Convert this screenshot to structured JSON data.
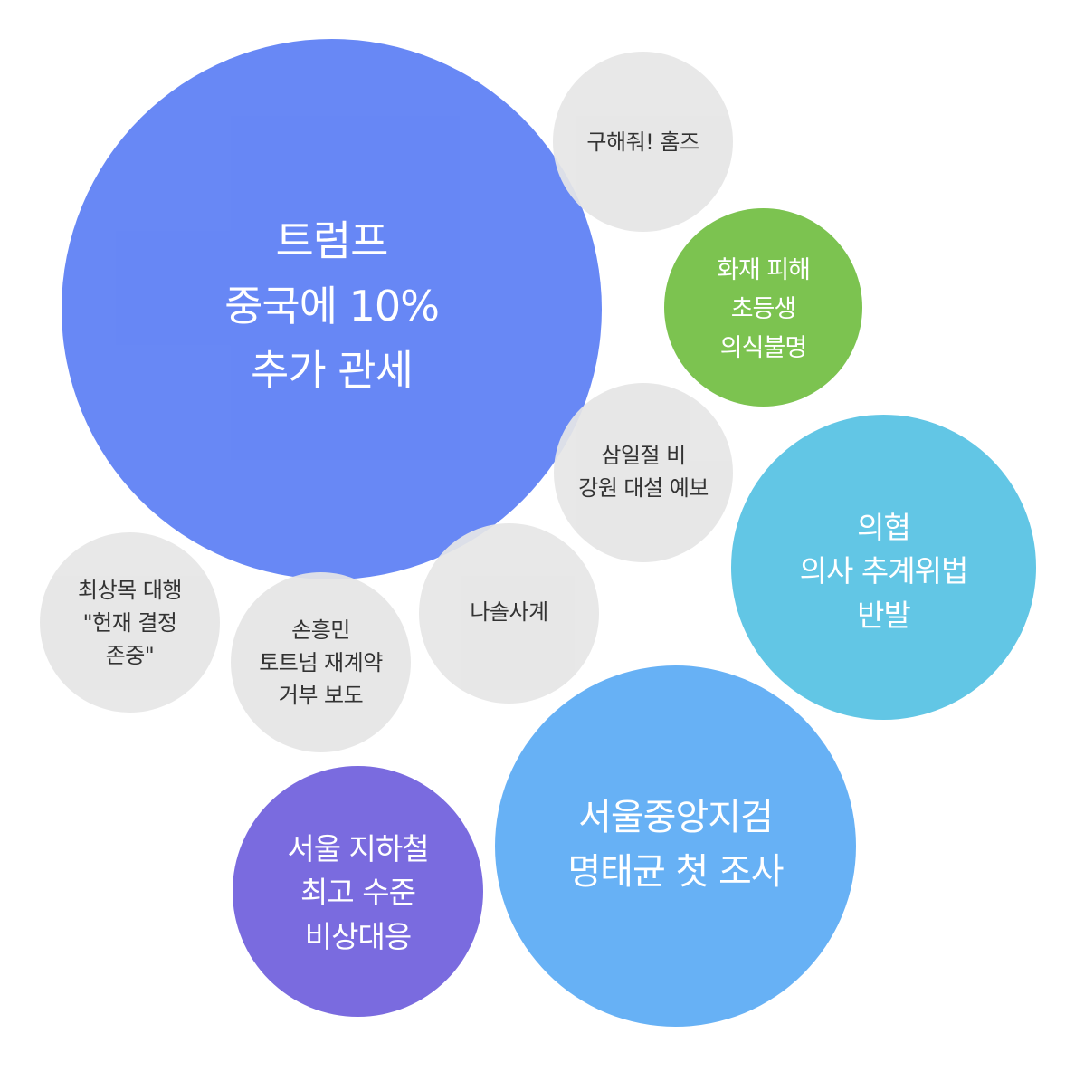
{
  "diagram": {
    "type": "bubble-cluster",
    "bubbles": [
      {
        "id": "trump-china-tariff",
        "lines": [
          "트럼프",
          "중국에 10%",
          "추가 관세"
        ],
        "color": "#6384F5",
        "text_color": "#ffffff"
      },
      {
        "id": "help-holmes",
        "lines": [
          "구해줘! 홈즈"
        ],
        "color": "#E6E6E6",
        "text_color": "#222222"
      },
      {
        "id": "fire-student",
        "lines": [
          "화재 피해",
          "초등생",
          "의식불명"
        ],
        "color": "#7CC350",
        "text_color": "#ffffff"
      },
      {
        "id": "march-first-rain",
        "lines": [
          "삼일절 비",
          "강원 대설 예보"
        ],
        "color": "#E6E6E6",
        "text_color": "#222222"
      },
      {
        "id": "medical-association",
        "lines": [
          "의협",
          "의사 추계위법",
          "반발"
        ],
        "color": "#62C6E5",
        "text_color": "#ffffff"
      },
      {
        "id": "choi-sangmok",
        "lines": [
          "최상목 대행",
          "\"헌재 결정",
          "존중\""
        ],
        "color": "#E6E6E6",
        "text_color": "#222222"
      },
      {
        "id": "son-heungmin",
        "lines": [
          "손흥민",
          "토트넘 재계약",
          "거부 보도"
        ],
        "color": "#E6E6E6",
        "text_color": "#222222"
      },
      {
        "id": "nasol-sagye",
        "lines": [
          "나솔사계"
        ],
        "color": "#E6E6E6",
        "text_color": "#222222"
      },
      {
        "id": "seoul-prosecutors",
        "lines": [
          "서울중앙지검",
          "명태균 첫 조사"
        ],
        "color": "#67B1F5",
        "text_color": "#ffffff"
      },
      {
        "id": "seoul-subway",
        "lines": [
          "서울 지하철",
          "최고 수준",
          "비상대응"
        ],
        "color": "#7A6BDF",
        "text_color": "#ffffff"
      }
    ]
  }
}
